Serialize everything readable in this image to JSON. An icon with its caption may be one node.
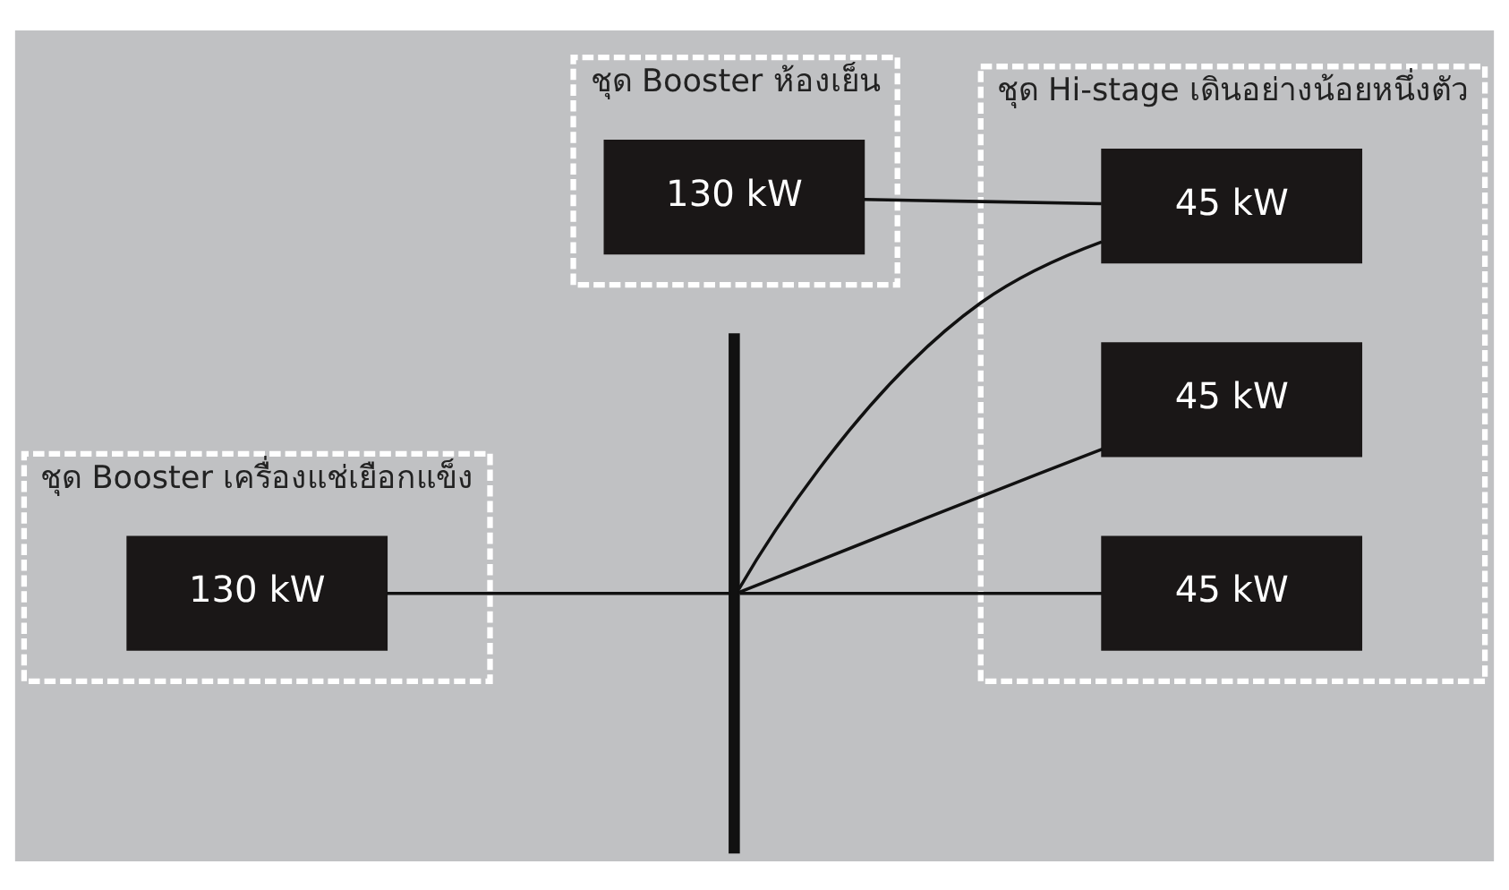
{
  "diagram": {
    "nodes": [
      {
        "text": [
          "ชุด Booster ห้องเย็น"
        ]
      },
      {
        "text": [
          "130 kW"
        ],
        "in": 0
      },
      {
        "text": [
          "ชุด Booster เครื่องแช่เยือกแข็ง"
        ]
      },
      {
        "text": [
          "130 kW"
        ],
        "in": 2
      },
      {
        "text": [
          "ชุด Hi-stage เดินอย่างน้อยหนึ่งตัว"
        ]
      },
      {
        "text": [
          "45 kW"
        ],
        "in": 4
      },
      {
        "text": [
          "45 kW"
        ],
        "in": 4
      },
      {
        "text": [
          "45 kW"
        ],
        "in": 4
      },
      {
        "text": [],
        "shape": "bar"
      }
    ],
    "edges": [
      {
        "from": 1,
        "to": 6,
        "arrow": "none"
      },
      {
        "from": 3,
        "to": 8,
        "arrow": "none"
      },
      {
        "from": 8,
        "to": 5,
        "arrow": "none"
      },
      {
        "from": 8,
        "to": 6,
        "arrow": "none"
      },
      {
        "from": 8,
        "to": 7,
        "arrow": "none"
      }
    ]
  }
}
